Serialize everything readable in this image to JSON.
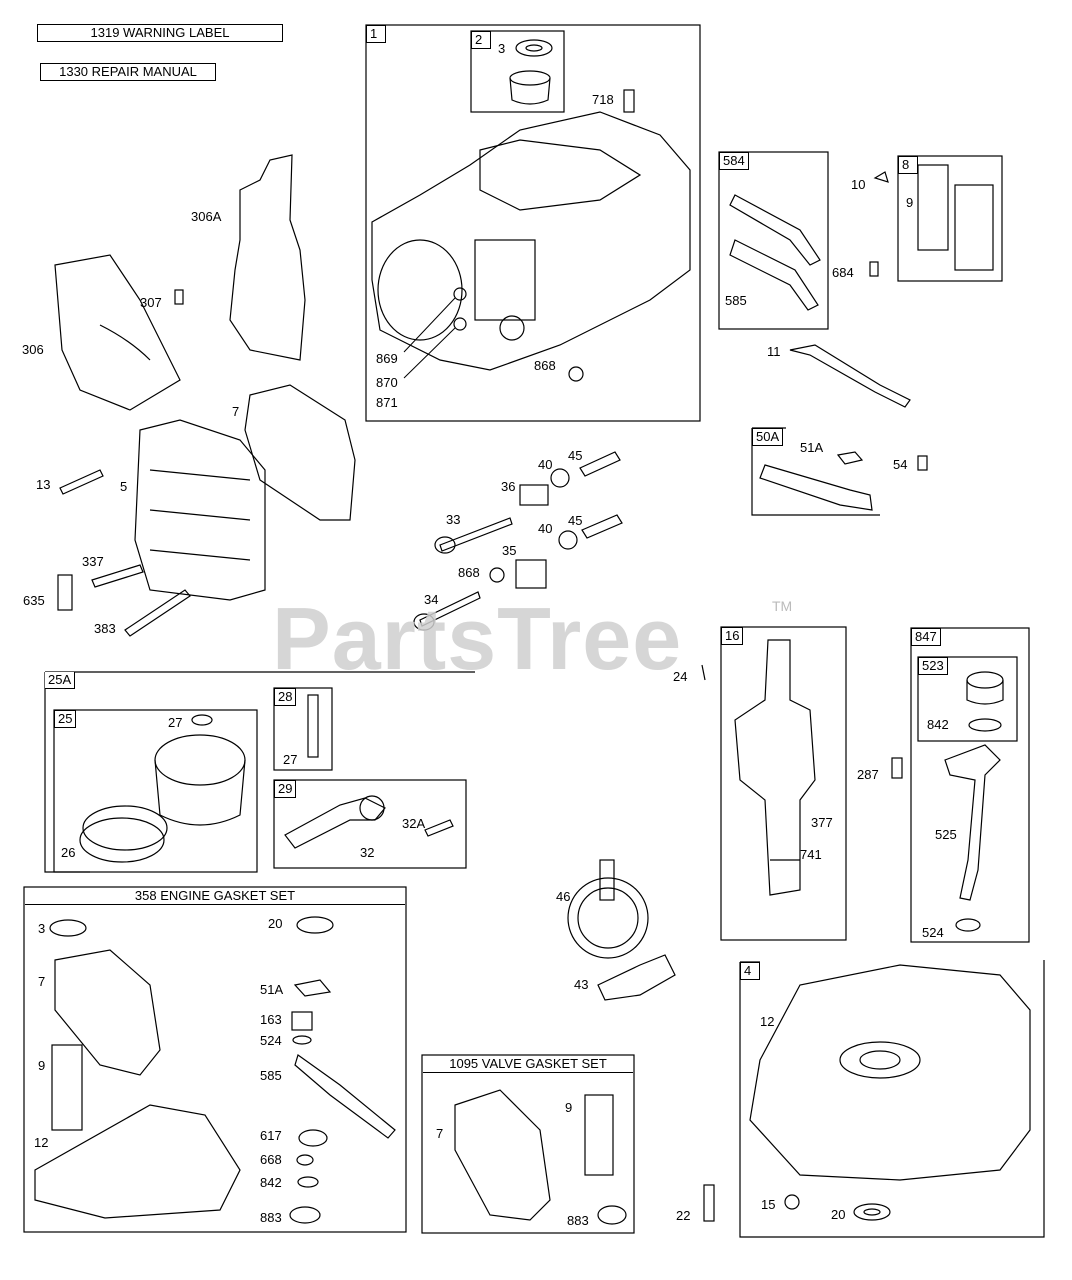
{
  "watermark": {
    "text": "PartsTree",
    "tm": "TM"
  },
  "titles": {
    "warning_label": "1319 WARNING LABEL",
    "repair_manual": "1330 REPAIR MANUAL",
    "engine_gasket_set": "358 ENGINE GASKET SET",
    "valve_gasket_set": "1095 VALVE GASKET SET"
  },
  "groups": {
    "g1": "1",
    "g2": "2",
    "g584": "584",
    "g8": "8",
    "g50a": "50A",
    "g25a": "25A",
    "g25": "25",
    "g28": "28",
    "g29": "29",
    "g16": "16",
    "g847": "847",
    "g523": "523",
    "g4": "4"
  },
  "labels": {
    "p3a": "3",
    "p718": "718",
    "p869": "869",
    "p870": "870",
    "p871": "871",
    "p868a": "868",
    "p306a": "306A",
    "p307": "307",
    "p306": "306",
    "p7a": "7",
    "p13": "13",
    "p5": "5",
    "p337": "337",
    "p635": "635",
    "p383": "383",
    "p36": "36",
    "p40a": "40",
    "p45a": "45",
    "p33": "33",
    "p35": "35",
    "p40b": "40",
    "p45b": "45",
    "p868b": "868",
    "p34": "34",
    "p10": "10",
    "p9a": "9",
    "p684": "684",
    "p585a": "585",
    "p11": "11",
    "p51a": "51A",
    "p54": "54",
    "p24": "24",
    "p27a": "27",
    "p26": "26",
    "p27b": "27",
    "p32a": "32A",
    "p32": "32",
    "p377": "377",
    "p741": "741",
    "p287": "287",
    "p842a": "842",
    "p525": "525",
    "p524a": "524",
    "p46": "46",
    "p43": "43",
    "g3": "3",
    "g20a": "20",
    "g7": "7",
    "g51a": "51A",
    "g163": "163",
    "g524": "524",
    "g9": "9",
    "g585": "585",
    "g12": "12",
    "g617": "617",
    "g668": "668",
    "g842": "842",
    "g883": "883",
    "v7": "7",
    "v9": "9",
    "v883": "883",
    "p12b": "12",
    "p22": "22",
    "p15": "15",
    "p20b": "20"
  }
}
